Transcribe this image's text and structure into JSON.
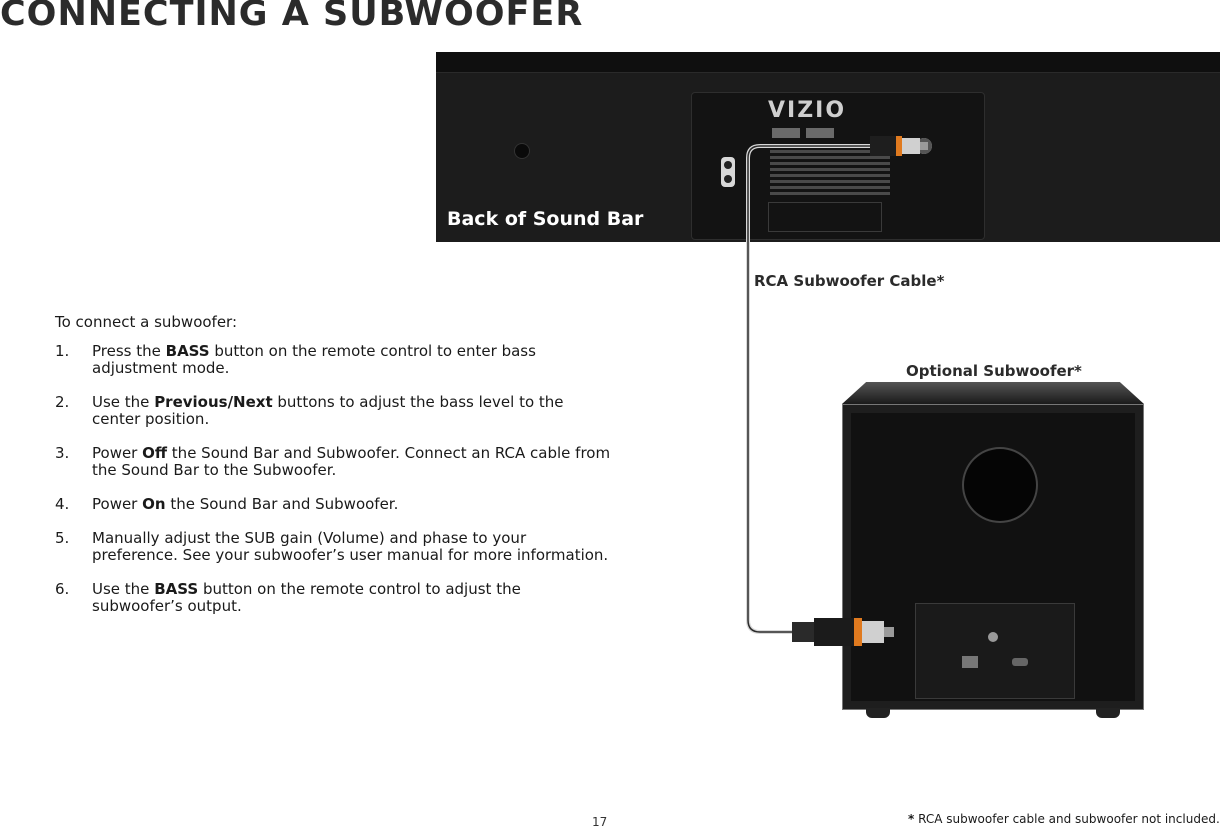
{
  "title": "CONNECTING A SUBWOOFER",
  "diagram": {
    "soundbar_label": "Back of Sound Bar",
    "brand": "VIZIO",
    "cable_label": "RCA Subwoofer Cable*",
    "subwoofer_label": "Optional Subwoofer*"
  },
  "instructions": {
    "intro": "To connect a subwoofer:",
    "steps": [
      {
        "num": "1.",
        "pre": "Press the ",
        "bold": "BASS",
        "post": " button on the remote control to enter bass adjustment mode."
      },
      {
        "num": "2.",
        "pre": "Use the ",
        "bold": "Previous/Next",
        "post": " buttons to adjust the bass level to the center position."
      },
      {
        "num": "3.",
        "pre": "Power ",
        "bold": "Off",
        "post": " the Sound Bar and Subwoofer. Connect an RCA cable from the Sound Bar to the Subwoofer."
      },
      {
        "num": "4.",
        "pre": "Power ",
        "bold": "On",
        "post": " the Sound Bar and Subwoofer."
      },
      {
        "num": "5.",
        "pre": "Manually adjust the SUB gain (Volume) and phase to your preference. See your subwoofer’s user manual for more information.",
        "bold": "",
        "post": ""
      },
      {
        "num": "6.",
        "pre": "Use the ",
        "bold": "BASS",
        "post": " button on the remote control to adjust the subwoofer’s output."
      }
    ]
  },
  "footer": {
    "page_number": "17",
    "footnote_star": "*",
    "footnote_text": " RCA subwoofer cable and subwoofer not included."
  },
  "colors": {
    "cable": "#d8d8d8",
    "plug_orange": "#e07a1f",
    "plug_silver": "#d0d0d0"
  }
}
